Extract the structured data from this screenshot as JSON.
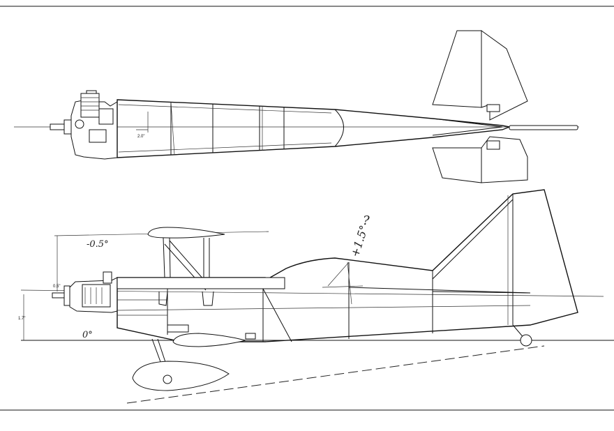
{
  "drawing": {
    "top_view": {
      "dim_label": "2.0\""
    },
    "side_view": {
      "wing_incidence": "-0.5°",
      "ground_angle": "0°",
      "tail_incidence": "+1.5°",
      "question_mark": "?",
      "dim_small": "0.5\"",
      "dim_height": "1.7\""
    }
  }
}
